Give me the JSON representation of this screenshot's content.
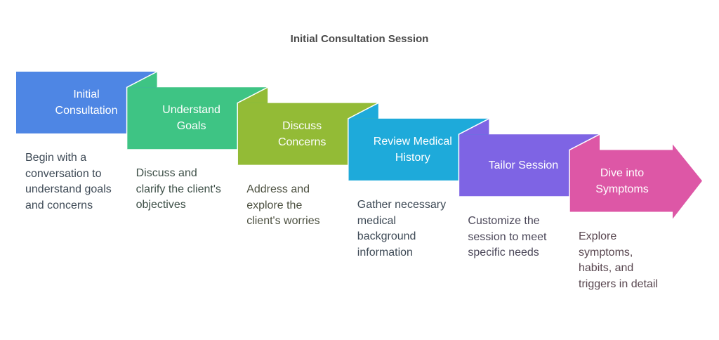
{
  "title": "Initial Consultation Session",
  "steps": [
    {
      "label": "Initial Consultation",
      "description": "Begin with a conversation to understand goals and concerns",
      "color": "#4E86E4",
      "text_color": "#3E4A56"
    },
    {
      "label": "Understand Goals",
      "description": "Discuss and clarify the client's objectives",
      "color": "#3EC484",
      "text_color": "#3E5048"
    },
    {
      "label": "Discuss Concerns",
      "description": "Address and explore the client's worries",
      "color": "#93BB36",
      "text_color": "#4C5040"
    },
    {
      "label": "Review Medical History",
      "description": "Gather necessary medical background information",
      "color": "#1EAADA",
      "text_color": "#3E4A56"
    },
    {
      "label": "Tailor Session",
      "description": "Customize the session to meet specific needs",
      "color": "#7E64E4",
      "text_color": "#4A4658"
    },
    {
      "label": "Dive into Symptoms",
      "description": "Explore symptoms, habits, and triggers in detail",
      "color": "#DD57A6",
      "text_color": "#58464F"
    }
  ]
}
